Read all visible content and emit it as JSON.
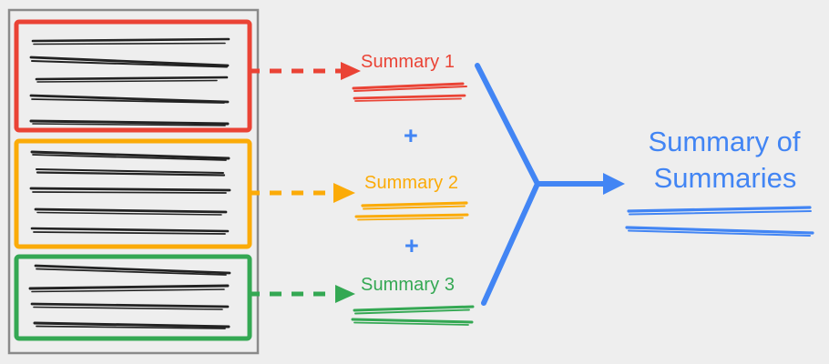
{
  "diagram": {
    "title_implied": "Summary of Summaries pipeline",
    "background_color": "#eeeeee"
  },
  "document_panel": {
    "name": "source-document",
    "border_color": "#808080",
    "sections": [
      {
        "id": "section-1",
        "color": "#ea4335",
        "text_line_count": 5,
        "label": "red-document-section"
      },
      {
        "id": "section-2",
        "color": "#fbab08",
        "text_line_count": 5,
        "label": "orange-document-section"
      },
      {
        "id": "section-3",
        "color": "#34a853",
        "text_line_count": 4,
        "label": "green-document-section"
      }
    ]
  },
  "arrows": [
    {
      "name": "dashed-arrow-red",
      "color": "#ea4335",
      "style": "dashed"
    },
    {
      "name": "dashed-arrow-orange",
      "color": "#fbab08",
      "style": "dashed"
    },
    {
      "name": "dashed-arrow-green",
      "color": "#34a853",
      "style": "dashed"
    },
    {
      "name": "merge-arrow-blue",
      "color": "#4285f4",
      "style": "solid"
    }
  ],
  "summaries": [
    {
      "label": "Summary 1",
      "color": "#ea4335",
      "underline_count": 2
    },
    {
      "label": "Summary 2",
      "color": "#fbab08",
      "underline_count": 2
    },
    {
      "label": "Summary 3",
      "color": "#34a853",
      "underline_count": 2
    }
  ],
  "operators": [
    {
      "name": "plus-operator-1",
      "glyph": "+",
      "color": "#4285f4"
    },
    {
      "name": "plus-operator-2",
      "glyph": "+",
      "color": "#4285f4"
    }
  ],
  "result": {
    "line_1": "Summary of",
    "line_2": "Summaries",
    "color": "#4285f4",
    "underline_count": 2
  }
}
